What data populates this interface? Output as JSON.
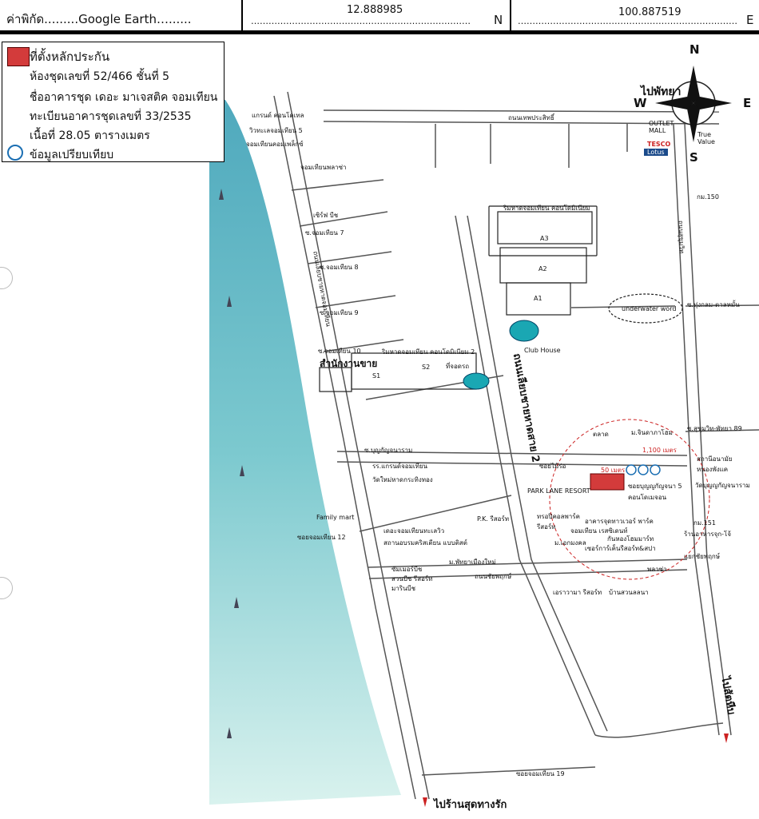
{
  "header": {
    "coord_label": "ค่าพิกัด.........Google Earth…......",
    "latitude": "12.888985",
    "latitude_suffix": "N",
    "longitude": "100.887519",
    "longitude_suffix": "E",
    "dots_lat": "…………………………………………………………………",
    "dots_lon": "…………………………………………………………………"
  },
  "legend": {
    "collateral_title": "ที่ตั้งหลักประกัน",
    "unit_no": "ห้องชุดเลขที่ 52/466 ชั้นที่ 5",
    "building_name": "ชื่ออาคารชุด เดอะ มาเจสติค จอมเทียน",
    "registration": "ทะเบียนอาคารชุดเลขที่ 33/2535",
    "area": "เนื้อที่ 28.05 ตารางเมตร",
    "comparison": "ข้อมูลเปรียบเทียบ"
  },
  "compass": {
    "n": "N",
    "s": "S",
    "e": "E",
    "w": "W",
    "to_pattaya": "ไปพัทยา"
  },
  "roads": {
    "thepprasit": "ถนนเทพประสิทธิ์",
    "beach_road": "ถนนเลียบชายหาดจอมเทียน",
    "beach_road_2": "ถนนเลียบชายหาดสาย 2",
    "chaiyapruek": "ถนนชัยพฤกษ์",
    "sukhumvit": "ถนนสุขุมวิท",
    "to_sattahip": "ไปสัตหีบ",
    "to_restaurant": "ไปร้านสุดทางรัก"
  },
  "sois": {
    "soi7": "ซ.จอมเทียน 7",
    "soi8": "ซ.จอมเทียน 8",
    "soi9": "ซ.จอมเทียน 9",
    "soi10": "ซ.จอมเทียน 10",
    "soi12": "ซอยจอมเทียน 12",
    "soi19": "ซอยจอมเทียน 19",
    "boonkanjana": "ซ.บุญกัญจนาราม",
    "soi_mai_ruak": "ซอยไม้ร่อ",
    "boon5": "ซอยบุญญกัญจนา 5",
    "thung_klom": "ซ.ทุ่งกลม-ตาลหมั้น",
    "sukhumvit89": "ซ.สุขุมวิท-พัทยา 89"
  },
  "places": {
    "grand_condotel": "แกรนด์ คอนโดเทล",
    "view_talay5": "วิวทะเลจอมเทียน 5",
    "jomtien_complex": "จอมเทียนคอมเพล็กซ์",
    "jomtien_plaza": "จอมเทียนพลาซ่า",
    "sea_beach": "เซิร์ฟ บีช",
    "beach_condo1": "ริมหาดจอมเทียน คอนโดมิเนียม",
    "beach_condo2": "ริมหาดจอมเทียน คอนโดมิเนียม 2",
    "parking": "ที่จอดรถ",
    "sales_office": "สำนักงานขาย",
    "bldg_a1": "A1",
    "bldg_a2": "A2",
    "bldg_a3": "A3",
    "bldg_s1": "S1",
    "bldg_s2": "S2",
    "club_house": "Club House",
    "underwater": "underwater word",
    "outlet": "OUTLET MALL",
    "tesco": "TESCO",
    "lotus": "Lotus",
    "true_value": "True Value",
    "km150": "กม.150",
    "km151": "กม.151",
    "market": "ตลาด",
    "jinda": "ม.จินดาภาโฮม",
    "distance1": "1,100 เมตร",
    "distance2": "50 เมตร",
    "hospital": "สถานีอนามัย หนองพังแค",
    "temple": "วัดบุญญกัญจนาราม",
    "school": "รร.แกรนด์จอมเทียน",
    "wat_yai": "วัดใหม่หาดกระทิงทอง",
    "park_lane": "PARK LANE RESORT",
    "condo_majestic": "คอนโดเมจอน",
    "family_mart": "Family mart",
    "pk_resort": "P.K. รีสอร์ท",
    "view_resort": "เดอะจอมเทียนทะเลวิว",
    "christian": "สถานอบรมคริสเตียน แบบติสต์",
    "summer_beach": "ซัมเมอร์บีช",
    "garden_resort": "สวนบีช รีสอร์ท",
    "marin_beach": "มารินบีช",
    "pattaya_village": "ม.พัทยาเมืองใหม่",
    "ekamongkol": "ม.เอกมงคล",
    "e_resort": "เอราวามา รีสอร์ท",
    "baan_suan": "บ้านสวนลลนา",
    "kantong": "กันหองโฮมมาร์ท",
    "service": "เซอร์การ์เค็นรีสอร์ท&สปา",
    "shop_right": "ร้านอาหารจุก-โจ้",
    "chaiyapruek_jct": "แยกชัยพฤกษ์",
    "plaza": "พลาซ่า",
    "jomtien_residence": "จอมเทียน เรสซิเดนท์",
    "tower_park": "อาคารจุดทาวเวอร์ พาร์ค",
    "park_resort": "ทรอปิคอลพาร์ค รีสอร์ท"
  },
  "colors": {
    "sea_top": "#5fb6c6",
    "sea_bottom": "#d9f2ee",
    "collateral": "#d33b3b",
    "road": "#555555",
    "legend_circle": "#1b6fb3"
  }
}
